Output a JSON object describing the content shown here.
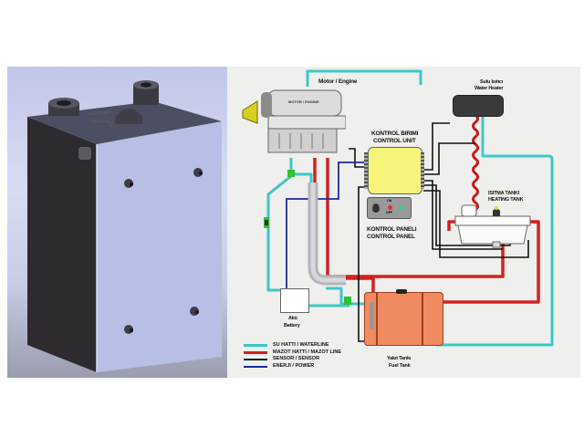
{
  "photo": {
    "subject": "3D rendered metal tank with fittings"
  },
  "diagram": {
    "labels": {
      "engine": "Motor / Engine",
      "engine_plate": "MOTOR / ENGINE",
      "water_heater_tr": "Sulu Isıtıcı",
      "water_heater_en": "Water Heater",
      "control_unit_tr": "KONTROL BIRIMI",
      "control_unit_en": "CONTROL UNIT",
      "heating_tank_tr": "ISITMA TANKI",
      "heating_tank_en": "HEATING TANK",
      "control_panel_tr": "KONTROL PANELI",
      "control_panel_en": "CONTROL PANEL",
      "battery_tr": "Akü",
      "battery_en": "Battery",
      "fuel_tank_tr": "Yakıt Tankı",
      "fuel_tank_en": "Fuel Tank",
      "switch_on": "ON",
      "switch_off": "OFF"
    },
    "legend": [
      {
        "label": "SU HATTI / WATERLINE",
        "color": "#3cc8c8"
      },
      {
        "label": "MAZOT HATTI / MAZOT LINE",
        "color": "#d42020"
      },
      {
        "label": "SENSOR / SENSOR",
        "color": "#111111"
      },
      {
        "label": "ENERJI / POWER",
        "color": "#1a2aa0"
      }
    ],
    "colors": {
      "water": "#3cc8c8",
      "fuel": "#d42020",
      "sensor": "#111111",
      "power": "#1a2aa0",
      "control_unit": "#f6f47a",
      "fuel_tank": "#f08a60"
    }
  }
}
